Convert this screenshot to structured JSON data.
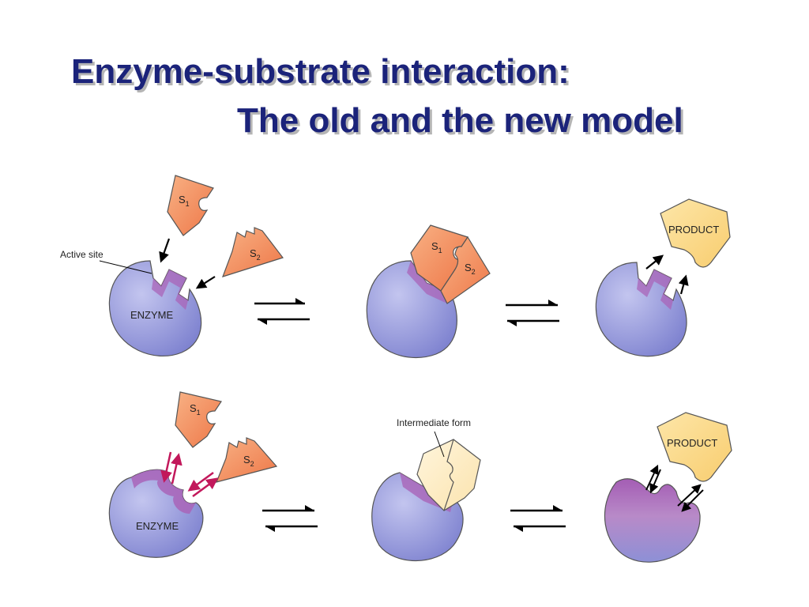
{
  "slide": {
    "title_line1": "Enzyme-substrate interaction:",
    "title_line2": "The old and the new model"
  },
  "labels": {
    "active_site": "Active site",
    "enzyme": "ENZYME",
    "substrate1_letter": "S",
    "substrate1_sub": "1",
    "substrate2_letter": "S",
    "substrate2_sub": "2",
    "product": "PRODUCT",
    "intermediate": "Intermediate form"
  },
  "colors": {
    "title": "#1b237a",
    "enzyme": "#8c8fd6",
    "active_site": "#a964b8",
    "substrate": "#f0865a",
    "product": "#fbd98a",
    "induced_arrow": "#c2185b"
  }
}
